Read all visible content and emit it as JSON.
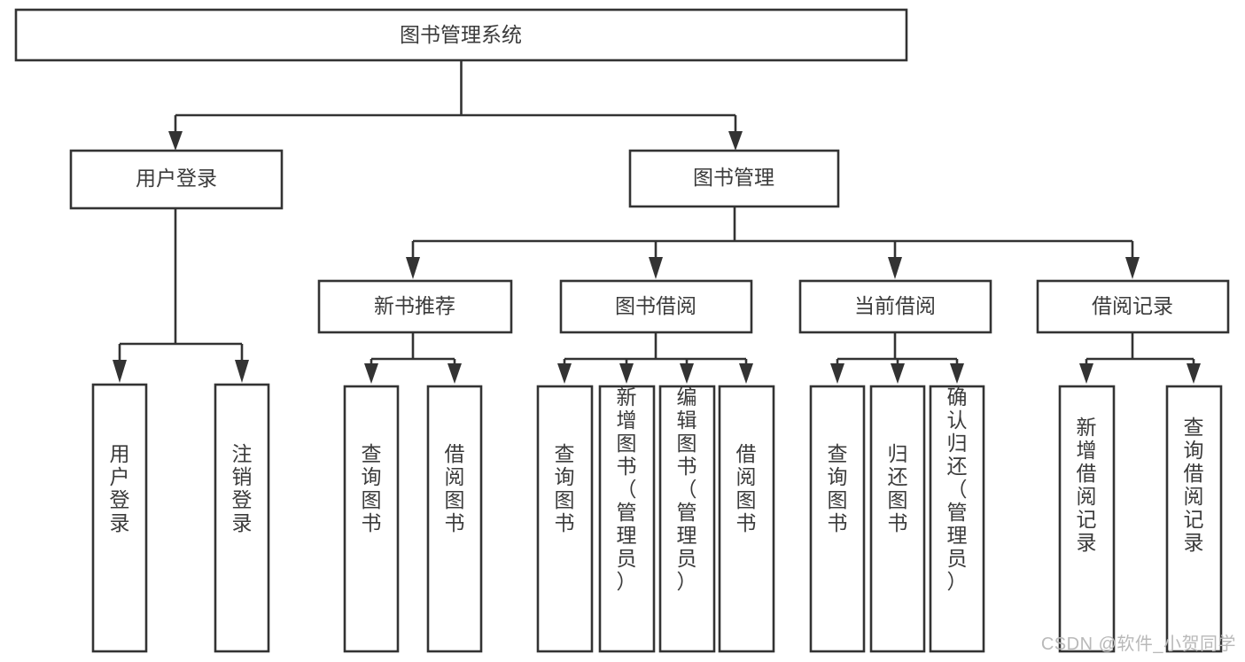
{
  "diagram": {
    "type": "tree-hierarchy",
    "title": "图书管理系统",
    "watermark": "CSDN @软件_小贺同学",
    "colors": {
      "stroke": "#333333",
      "box_fill": "#ffffff",
      "text": "#3b3b3b",
      "watermark": "#b9b9b9",
      "background": "#ffffff"
    },
    "levels": [
      {
        "level": 1,
        "nodes": [
          {
            "id": "root",
            "label": "图书管理系统",
            "orientation": "horizontal"
          }
        ]
      },
      {
        "level": 2,
        "nodes": [
          {
            "id": "user-login",
            "label": "用户登录",
            "orientation": "horizontal",
            "parent": "root"
          },
          {
            "id": "book-manage",
            "label": "图书管理",
            "orientation": "horizontal",
            "parent": "root"
          }
        ]
      },
      {
        "level": 3,
        "nodes": [
          {
            "id": "new-book-rec",
            "label": "新书推荐",
            "orientation": "horizontal",
            "parent": "book-manage"
          },
          {
            "id": "book-borrow",
            "label": "图书借阅",
            "orientation": "horizontal",
            "parent": "book-manage"
          },
          {
            "id": "current-borrow",
            "label": "当前借阅",
            "orientation": "horizontal",
            "parent": "book-manage"
          },
          {
            "id": "borrow-record",
            "label": "借阅记录",
            "orientation": "horizontal",
            "parent": "book-manage"
          }
        ]
      },
      {
        "level": 4,
        "nodes": [
          {
            "id": "leaf-user-login",
            "label": "用户登录",
            "orientation": "vertical",
            "parent": "user-login"
          },
          {
            "id": "leaf-user-logout",
            "label": "注销登录",
            "orientation": "vertical",
            "parent": "user-login"
          },
          {
            "id": "leaf-query-book-1",
            "label": "查询图书",
            "orientation": "vertical",
            "parent": "new-book-rec"
          },
          {
            "id": "leaf-borrow-book-1",
            "label": "借阅图书",
            "orientation": "vertical",
            "parent": "new-book-rec"
          },
          {
            "id": "leaf-query-book-2",
            "label": "查询图书",
            "orientation": "vertical",
            "parent": "book-borrow"
          },
          {
            "id": "leaf-add-book",
            "label": "新增图书（管理员）",
            "orientation": "vertical",
            "parent": "book-borrow"
          },
          {
            "id": "leaf-edit-book",
            "label": "编辑图书（管理员）",
            "orientation": "vertical",
            "parent": "book-borrow"
          },
          {
            "id": "leaf-borrow-book-2",
            "label": "借阅图书",
            "orientation": "vertical",
            "parent": "book-borrow"
          },
          {
            "id": "leaf-query-book-3",
            "label": "查询图书",
            "orientation": "vertical",
            "parent": "current-borrow"
          },
          {
            "id": "leaf-return-book",
            "label": "归还图书",
            "orientation": "vertical",
            "parent": "current-borrow"
          },
          {
            "id": "leaf-confirm-return",
            "label": "确认归还（管理员）",
            "orientation": "vertical",
            "parent": "current-borrow"
          },
          {
            "id": "leaf-add-record",
            "label": "新增借阅记录",
            "orientation": "vertical",
            "parent": "borrow-record"
          },
          {
            "id": "leaf-query-record",
            "label": "查询借阅记录",
            "orientation": "vertical",
            "parent": "borrow-record"
          }
        ]
      }
    ]
  }
}
